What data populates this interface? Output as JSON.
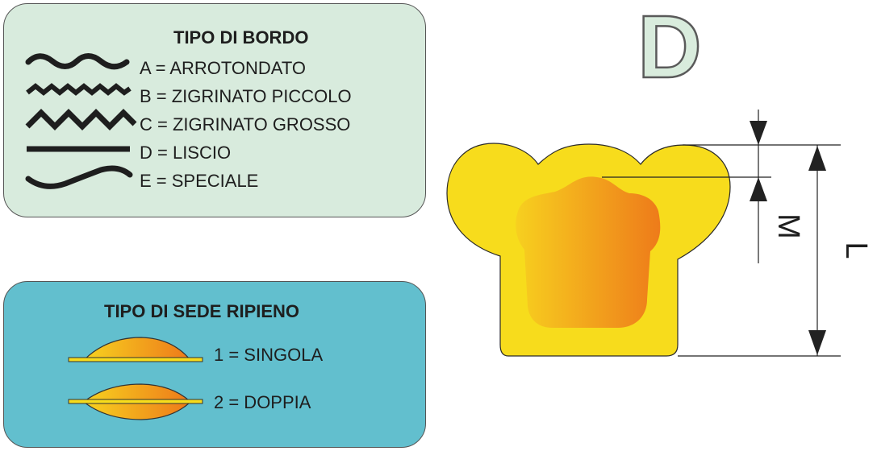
{
  "edge_legend": {
    "title": "TIPO DI BORDO",
    "items": [
      {
        "icon": "wavy-rounded-edge-icon",
        "label": "A = ARROTONDATO"
      },
      {
        "icon": "fine-zigzag-edge-icon",
        "label": "B = ZIGRINATO PICCOLO"
      },
      {
        "icon": "coarse-zigzag-edge-icon",
        "label": "C = ZIGRINATO GROSSO"
      },
      {
        "icon": "straight-edge-icon",
        "label": "D = LISCIO"
      },
      {
        "icon": "curved-special-edge-icon",
        "label": "E = SPECIALE"
      }
    ]
  },
  "filling_legend": {
    "title": "TIPO DI SEDE RIPIENO",
    "items": [
      {
        "icon": "single-filling-seat-icon",
        "label": "1 = SINGOLA"
      },
      {
        "icon": "double-filling-seat-icon",
        "label": "2 = DOPPIA"
      }
    ]
  },
  "shape": {
    "letter": "D",
    "dimension_labels": [
      "M",
      "L"
    ]
  },
  "colors": {
    "edge_panel_bg": "#d8ebdd",
    "filling_panel_bg": "#62bfce",
    "dough_yellow": "#f7dc1c",
    "filling_orange_start": "#f6c82a",
    "filling_orange_end": "#ee7b1a",
    "letter_fill": "#d9ecdd"
  }
}
